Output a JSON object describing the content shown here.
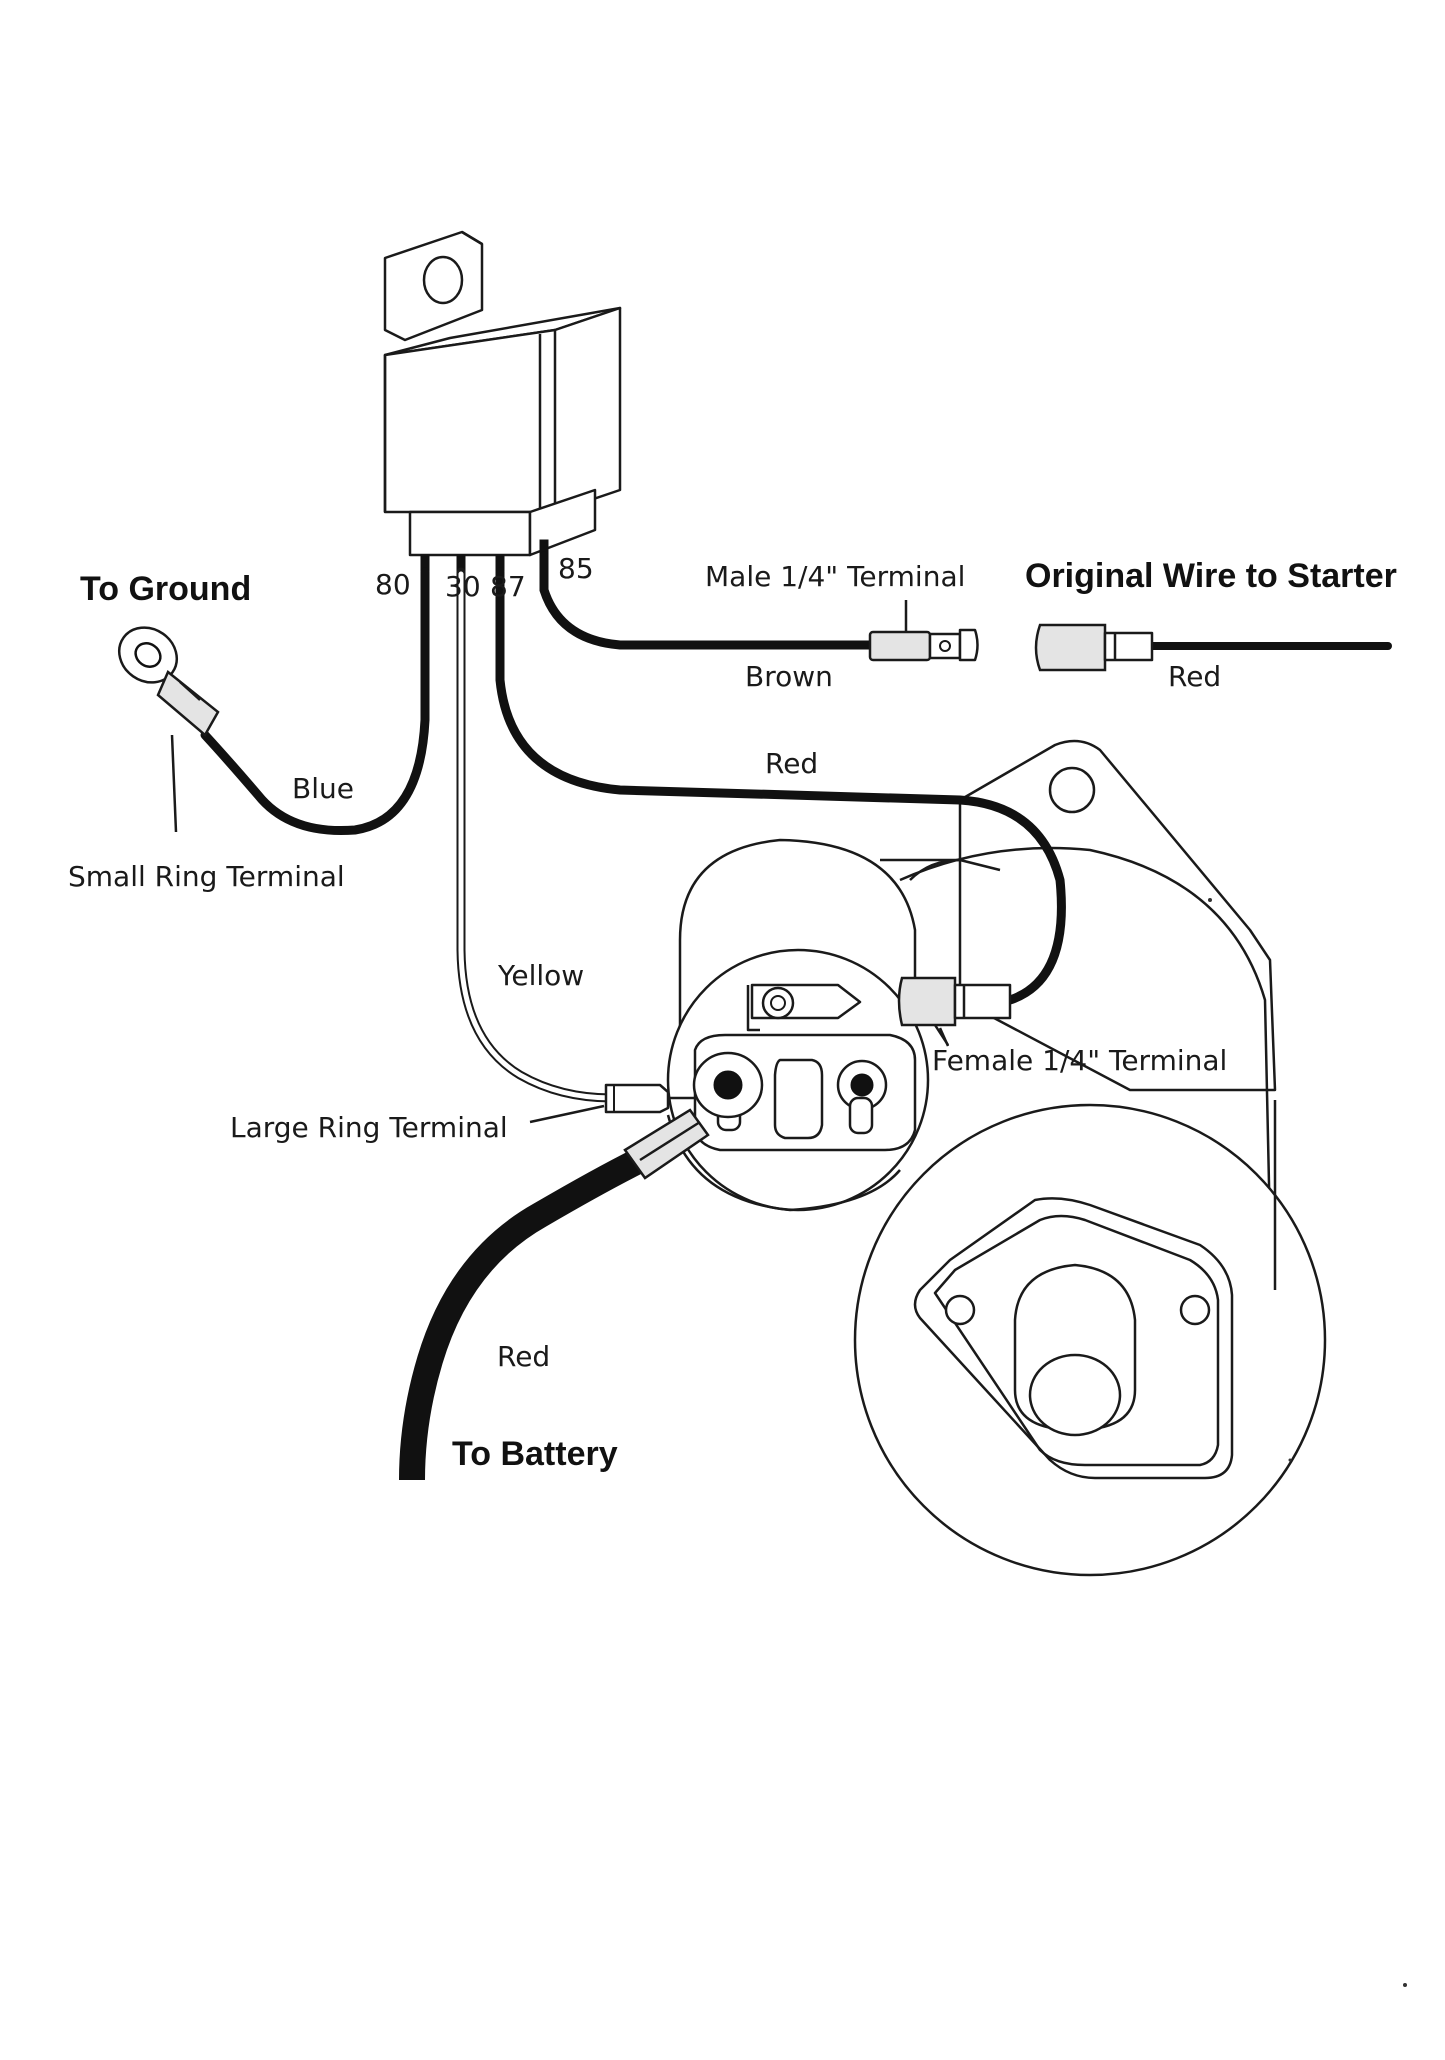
{
  "labels": {
    "to_ground": "To Ground",
    "pin_80": "80",
    "pin_30": "30",
    "pin_87": "87",
    "pin_85": "85",
    "male_terminal": "Male 1/4\" Terminal",
    "original_wire": "Original Wire to Starter",
    "brown": "Brown",
    "red_starter_wire": "Red",
    "red_relay_wire": "Red",
    "blue": "Blue",
    "small_ring_terminal": "Small Ring Terminal",
    "yellow": "Yellow",
    "female_terminal": "Female 1/4\" Terminal",
    "large_ring_terminal": "Large Ring Terminal",
    "red_battery_cable": "Red",
    "to_battery": "To Battery"
  },
  "colors": {
    "ink": "#1a1a1a",
    "paper": "#ffffff",
    "stipple": "#e4e4e4"
  }
}
